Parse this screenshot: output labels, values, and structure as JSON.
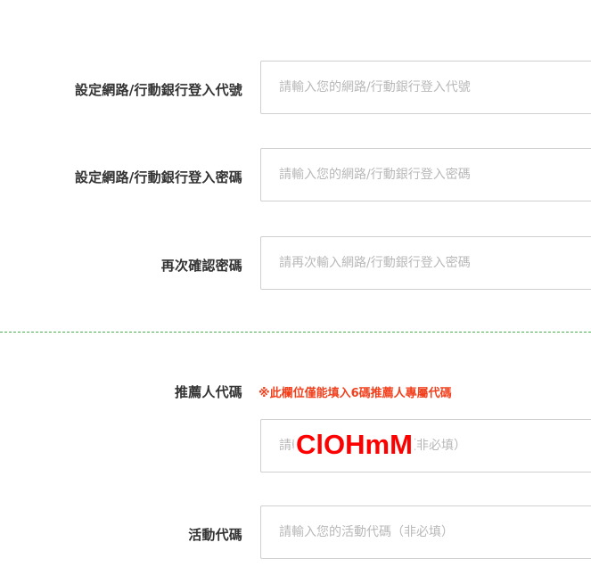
{
  "form": {
    "login_id": {
      "label": "設定網路/行動銀行登入代號",
      "placeholder": "請輸入您的網路/行動銀行登入代號",
      "value": ""
    },
    "login_password": {
      "label": "設定網路/行動銀行登入密碼",
      "placeholder": "請輸入您的網路/行動銀行登入密碼",
      "value": ""
    },
    "confirm_password": {
      "label": "再次確認密碼",
      "placeholder": "請再次輸入網路/行動銀行登入密碼",
      "value": ""
    },
    "referrer_code": {
      "label": "推薦人代碼",
      "note": "※此欄位僅能填入6碼推薦人專屬代碼",
      "placeholder": "請輸入您的推薦人代碼（非必填）",
      "value": ""
    },
    "event_code": {
      "label": "活動代碼",
      "placeholder": "請輸入您的活動代碼（非必填）",
      "value": ""
    }
  },
  "captcha_overlay": {
    "text": "ClOHmM"
  },
  "colors": {
    "divider": "#4cb050",
    "note": "#f2401d",
    "overlay": "#ff0000",
    "border": "#cfcfcf"
  }
}
